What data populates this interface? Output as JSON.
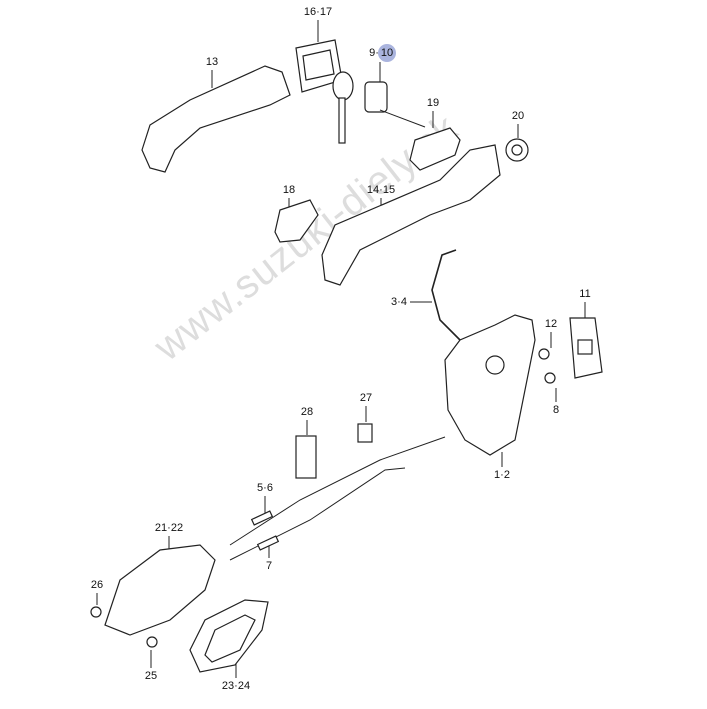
{
  "watermark": "www.suzuki-diely.sk",
  "highlight_color": "#aab4de",
  "labels": {
    "p16_17": "16·17",
    "p13": "13",
    "p9": "9·",
    "p10": "10",
    "p19": "19",
    "p20": "20",
    "p18": "18",
    "p14_15": "14·15",
    "p3_4": "3·4",
    "p11": "11",
    "p12": "12",
    "p8": "8",
    "p27": "27",
    "p28": "28",
    "p1_2": "1·2",
    "p5_6": "5·6",
    "p7": "7",
    "p21_22": "21·22",
    "p26": "26",
    "p25": "25",
    "p23_24": "23·24"
  }
}
